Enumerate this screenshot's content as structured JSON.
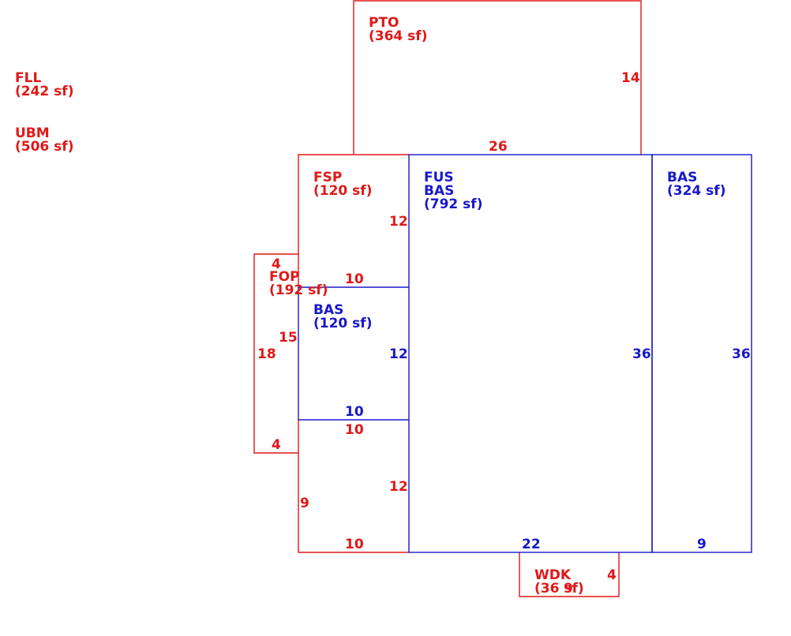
{
  "colors": {
    "red": "#e01818",
    "blue": "#1818c8"
  },
  "legend": {
    "fll": {
      "code": "FLL",
      "area": "(242 sf)"
    },
    "ubm": {
      "code": "UBM",
      "area": "(506 sf)"
    }
  },
  "areas": {
    "pto": {
      "code": "PTO",
      "area": "(364 sf)"
    },
    "fsp": {
      "code": "FSP",
      "area": "(120 sf)"
    },
    "fop": {
      "code": "FOP",
      "area": "(192 sf)"
    },
    "bas_small": {
      "code": "BAS",
      "area": "(120 sf)"
    },
    "main": {
      "code1": "FUS",
      "code2": "BAS",
      "area": "(792 sf)"
    },
    "bas_right": {
      "code": "BAS",
      "area": "(324 sf)"
    },
    "wdk": {
      "code": "WDK",
      "area": "(36 sf)"
    }
  },
  "dims": {
    "pto_side": "14",
    "pto_bottom": "26",
    "fsp_side": "12",
    "fsp_bottom": "10",
    "fop_top": "4",
    "fop_inner": "15",
    "fop_left": "18",
    "bas_small_side": "12",
    "bas_small_bottom": "10",
    "lower_top": "10",
    "fop_bottom": "4",
    "lower_side": "12",
    "lower_left": "9",
    "lower_bottom": "10",
    "main_side": "36",
    "main_bottom": "22",
    "right_side": "36",
    "right_bottom": "9",
    "wdk_side": "4",
    "wdk_bottom": "9"
  }
}
